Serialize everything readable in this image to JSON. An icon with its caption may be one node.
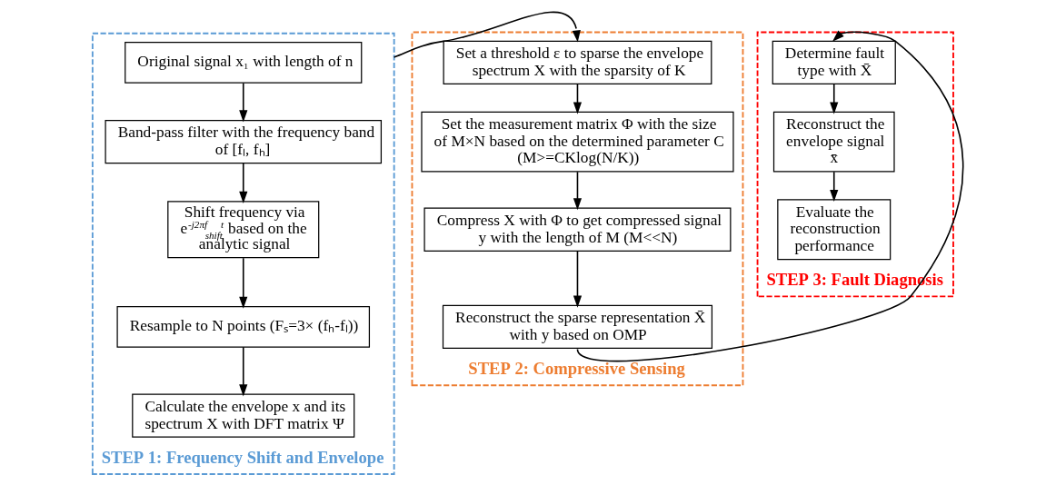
{
  "diagram": {
    "nodes": [
      {
        "text": [
          "STEP 1: Frequency Shift and Envelope"
        ]
      },
      {
        "text": [
          "Original signal x₁ with length of n"
        ],
        "in": 0
      },
      {
        "text": [
          "Band-pass filter with the frequency band of [fₗ, fₕ]"
        ],
        "in": 0
      },
      {
        "text": [
          "Shift frequency via e$^{-j2πf}$$_{shift}$$^{t}$ based on the analytic signal"
        ],
        "in": 0
      },
      {
        "text": [
          "Resample to N points (Fₛ=3× (fₕ-fₗ))"
        ],
        "in": 0
      },
      {
        "text": [
          "Calculate the envelope x and its spectrum X with DFT matrix Ψ"
        ],
        "in": 0
      },
      {
        "text": [
          "STEP 2: Compressive Sensing"
        ]
      },
      {
        "text": [
          "Set a threshold ε to sparse the envelope spectrum X with the sparsity of K"
        ],
        "in": 6
      },
      {
        "text": [
          "Set the measurement matrix Φ with the size of M×N based on the determined parameter C (M>=CKlog(N/K))"
        ],
        "in": 6
      },
      {
        "text": [
          "Compress X with Φ to get compressed signal y with the length of M (M<<N)"
        ],
        "in": 6
      },
      {
        "text": [
          "Reconstruct the sparse representation X̄ with y based on OMP"
        ],
        "in": 6
      },
      {
        "text": [
          "STEP 3: Fault Diagnosis"
        ]
      },
      {
        "text": [
          "Determine fault type with X̄"
        ],
        "in": 11
      },
      {
        "text": [
          "Reconstruct the envelope signal x̄"
        ],
        "in": 11
      },
      {
        "text": [
          "Evaluate the reconstruction performance"
        ],
        "in": 11
      }
    ],
    "edges": [
      {
        "from": 1,
        "to": 2,
        "arrow": "to"
      },
      {
        "from": 2,
        "to": 3,
        "arrow": "to"
      },
      {
        "from": 3,
        "to": 4,
        "arrow": "to"
      },
      {
        "from": 4,
        "to": 5,
        "arrow": "to"
      },
      {
        "from": 0,
        "to": 7,
        "arrow": "to"
      },
      {
        "from": 7,
        "to": 8,
        "arrow": "to"
      },
      {
        "from": 8,
        "to": 9,
        "arrow": "to"
      },
      {
        "from": 9,
        "to": 10,
        "arrow": "to"
      },
      {
        "from": 10,
        "to": 12,
        "arrow": "to"
      },
      {
        "from": 12,
        "to": 13,
        "arrow": "to"
      },
      {
        "from": 13,
        "to": 14,
        "arrow": "to"
      }
    ]
  }
}
